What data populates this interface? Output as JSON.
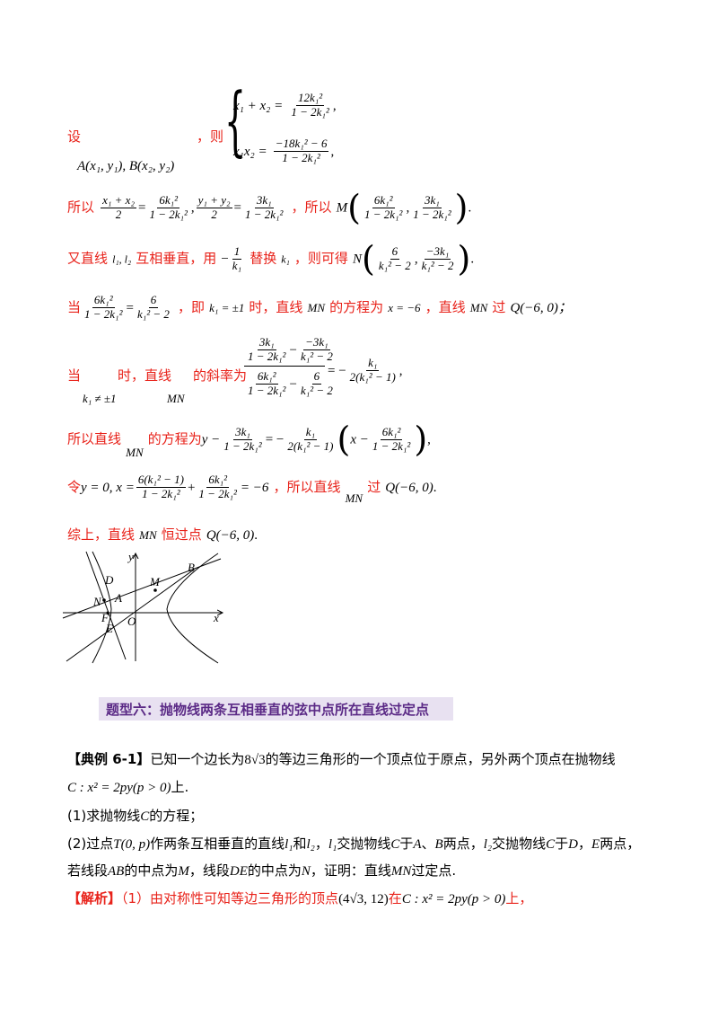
{
  "lines": {
    "l1_she": "设",
    "l1_ze": "，则",
    "l1_AB": "A(x₁, y₁), B(x₂, y₂)",
    "sys1_lhs": "x₁ + x₂ =",
    "sys1_num": "12k₁²",
    "sys1_den": "1 − 2k₁²",
    "sys2_lhs": "x₁x₂ =",
    "sys2_num": "−18k₁² − 6",
    "sys2_den": "1 − 2k₁²",
    "l2_prefix": "所以",
    "l2_f1_num": "x₁ + x₂",
    "l2_f1_den": "2",
    "l2_f2_num": "6k₁²",
    "l2_f2_den": "1 − 2k₁²",
    "l2_f3_num": "y₁ + y₂",
    "l2_f3_den": "2",
    "l2_f4_num": "3k₁",
    "l2_f4_den": "1 − 2k₁²",
    "l2_mid": "，所以",
    "l2_M": "M",
    "l2_M1_num": "6k₁²",
    "l2_M1_den": "1 − 2k₁²",
    "l2_M2_num": "3k₁",
    "l2_M2_den": "1 − 2k₁²",
    "l3_a": "又直线",
    "l3_l1l2": "l₁, l₂",
    "l3_b": "互相垂直，用",
    "l3_f_num": "1",
    "l3_f_den": "k₁",
    "l3_c": "替换",
    "l3_k1": "k₁",
    "l3_d": "，则可得",
    "l3_N": "N",
    "l3_N1_num": "6",
    "l3_N1_den": "k₁² − 2",
    "l3_N2_num": "−3k₁",
    "l3_N2_den": "k₁² − 2",
    "l4_a": "当",
    "l4_f1_num": "6k₁²",
    "l4_f1_den": "1 − 2k₁²",
    "l4_f2_num": "6",
    "l4_f2_den": "k₁² − 2",
    "l4_b": "，即",
    "l4_k": "k₁ = ±1",
    "l4_c": "时，直线",
    "l4_MN": "MN",
    "l4_d": "的方程为",
    "l4_x": "x = −6",
    "l4_e": "，直线",
    "l4_MN2": "MN",
    "l4_f": "过",
    "l4_Q": "Q(−6, 0)；",
    "l5_a": "当",
    "l5_k": "k₁ ≠ ±1",
    "l5_b": "时，直线",
    "l5_MN": "MN",
    "l5_c": "的斜率为",
    "l5_top_a": "3k₁",
    "l5_top_a_den": "1 − 2k₁²",
    "l5_top_b": "−3k₁",
    "l5_top_b_den": "k₁² − 2",
    "l5_bot_a": "6k₁²",
    "l5_bot_a_den": "1 − 2k₁²",
    "l5_bot_b": "6",
    "l5_bot_b_den": "k₁² − 2",
    "l5_res_num": "k₁",
    "l5_res_den": "2(k₁² − 1)",
    "l6_a": "所以直线",
    "l6_MN": "MN",
    "l6_b": "的方程为",
    "l6_y": "y −",
    "l6_f1_num": "3k₁",
    "l6_f1_den": "1 − 2k₁²",
    "l6_f2_num": "k₁",
    "l6_f2_den": "2(k₁² − 1)",
    "l6_x": "x −",
    "l6_f3_num": "6k₁²",
    "l6_f3_den": "1 − 2k₁²",
    "l7_a": "令",
    "l7_eq": "y = 0, x =",
    "l7_f1_num": "6(k₁² − 1)",
    "l7_f1_den": "1 − 2k₁²",
    "l7_f2_num": "6k₁²",
    "l7_f2_den": "1 − 2k₁²",
    "l7_res": "= −6",
    "l7_b": "，所以直线",
    "l7_MN": "MN",
    "l7_c": "过",
    "l7_Q": "Q(−6, 0)",
    "l8_a": "综上，直线",
    "l8_MN": "MN",
    "l8_b": "恒过点",
    "l8_Q": "Q(−6, 0)"
  },
  "figure": {
    "labels": {
      "y": "y",
      "x": "x",
      "O": "O",
      "B": "B",
      "M": "M",
      "D": "D",
      "N": "N",
      "A": "A",
      "F": "F",
      "E": "E"
    }
  },
  "section": {
    "title": "题型六：抛物线两条互相垂直的弦中点所在直线过定点"
  },
  "example": {
    "tag": "【典例 6-1】",
    "p1a": "已知一个边长为",
    "p1_val": "8√3",
    "p1b": "的等边三角形的一个顶点位于原点，另外两个顶点在抛物线",
    "p2_eq": "C : x² = 2py(p > 0)",
    "p2b": "上.",
    "q1": "(1)求抛物线",
    "q1_C": "C",
    "q1b": "的方程；",
    "q2a": "(2)过点",
    "q2_T": "T(0, p)",
    "q2b": "作两条互相垂直的直线",
    "q2_l1": "l₁",
    "q2c": "和",
    "q2_l2": "l₂",
    "q2d": "，",
    "q2_l1b": "l₁",
    "q2e": "交抛物线",
    "q2_C": "C",
    "q2f": "于",
    "q2_A": "A",
    "q2g": "、",
    "q2_B": "B",
    "q2h": "两点，",
    "q2_l2b": "l₂",
    "q2i": "交抛物线",
    "q2_C2": "C",
    "q2j": "于",
    "q2_D": "D",
    "q2k": "，",
    "q2_E": "E",
    "q2l": "两点，",
    "q3a": "若线段",
    "q3_AB": "AB",
    "q3b": "的中点为",
    "q3_M": "M",
    "q3c": "，线段",
    "q3_DE": "DE",
    "q3d": "的中点为",
    "q3_N": "N",
    "q3e": "，证明：直线",
    "q3_MN": "MN",
    "q3f": "过定点.",
    "sol_tag": "【解析】",
    "sol_a": "（1）由对称性可知等边三角形的顶点",
    "sol_pt": "(4√3, 12)",
    "sol_b": "在",
    "sol_eq": "C : x² = 2py(p > 0)",
    "sol_c": "上，"
  }
}
